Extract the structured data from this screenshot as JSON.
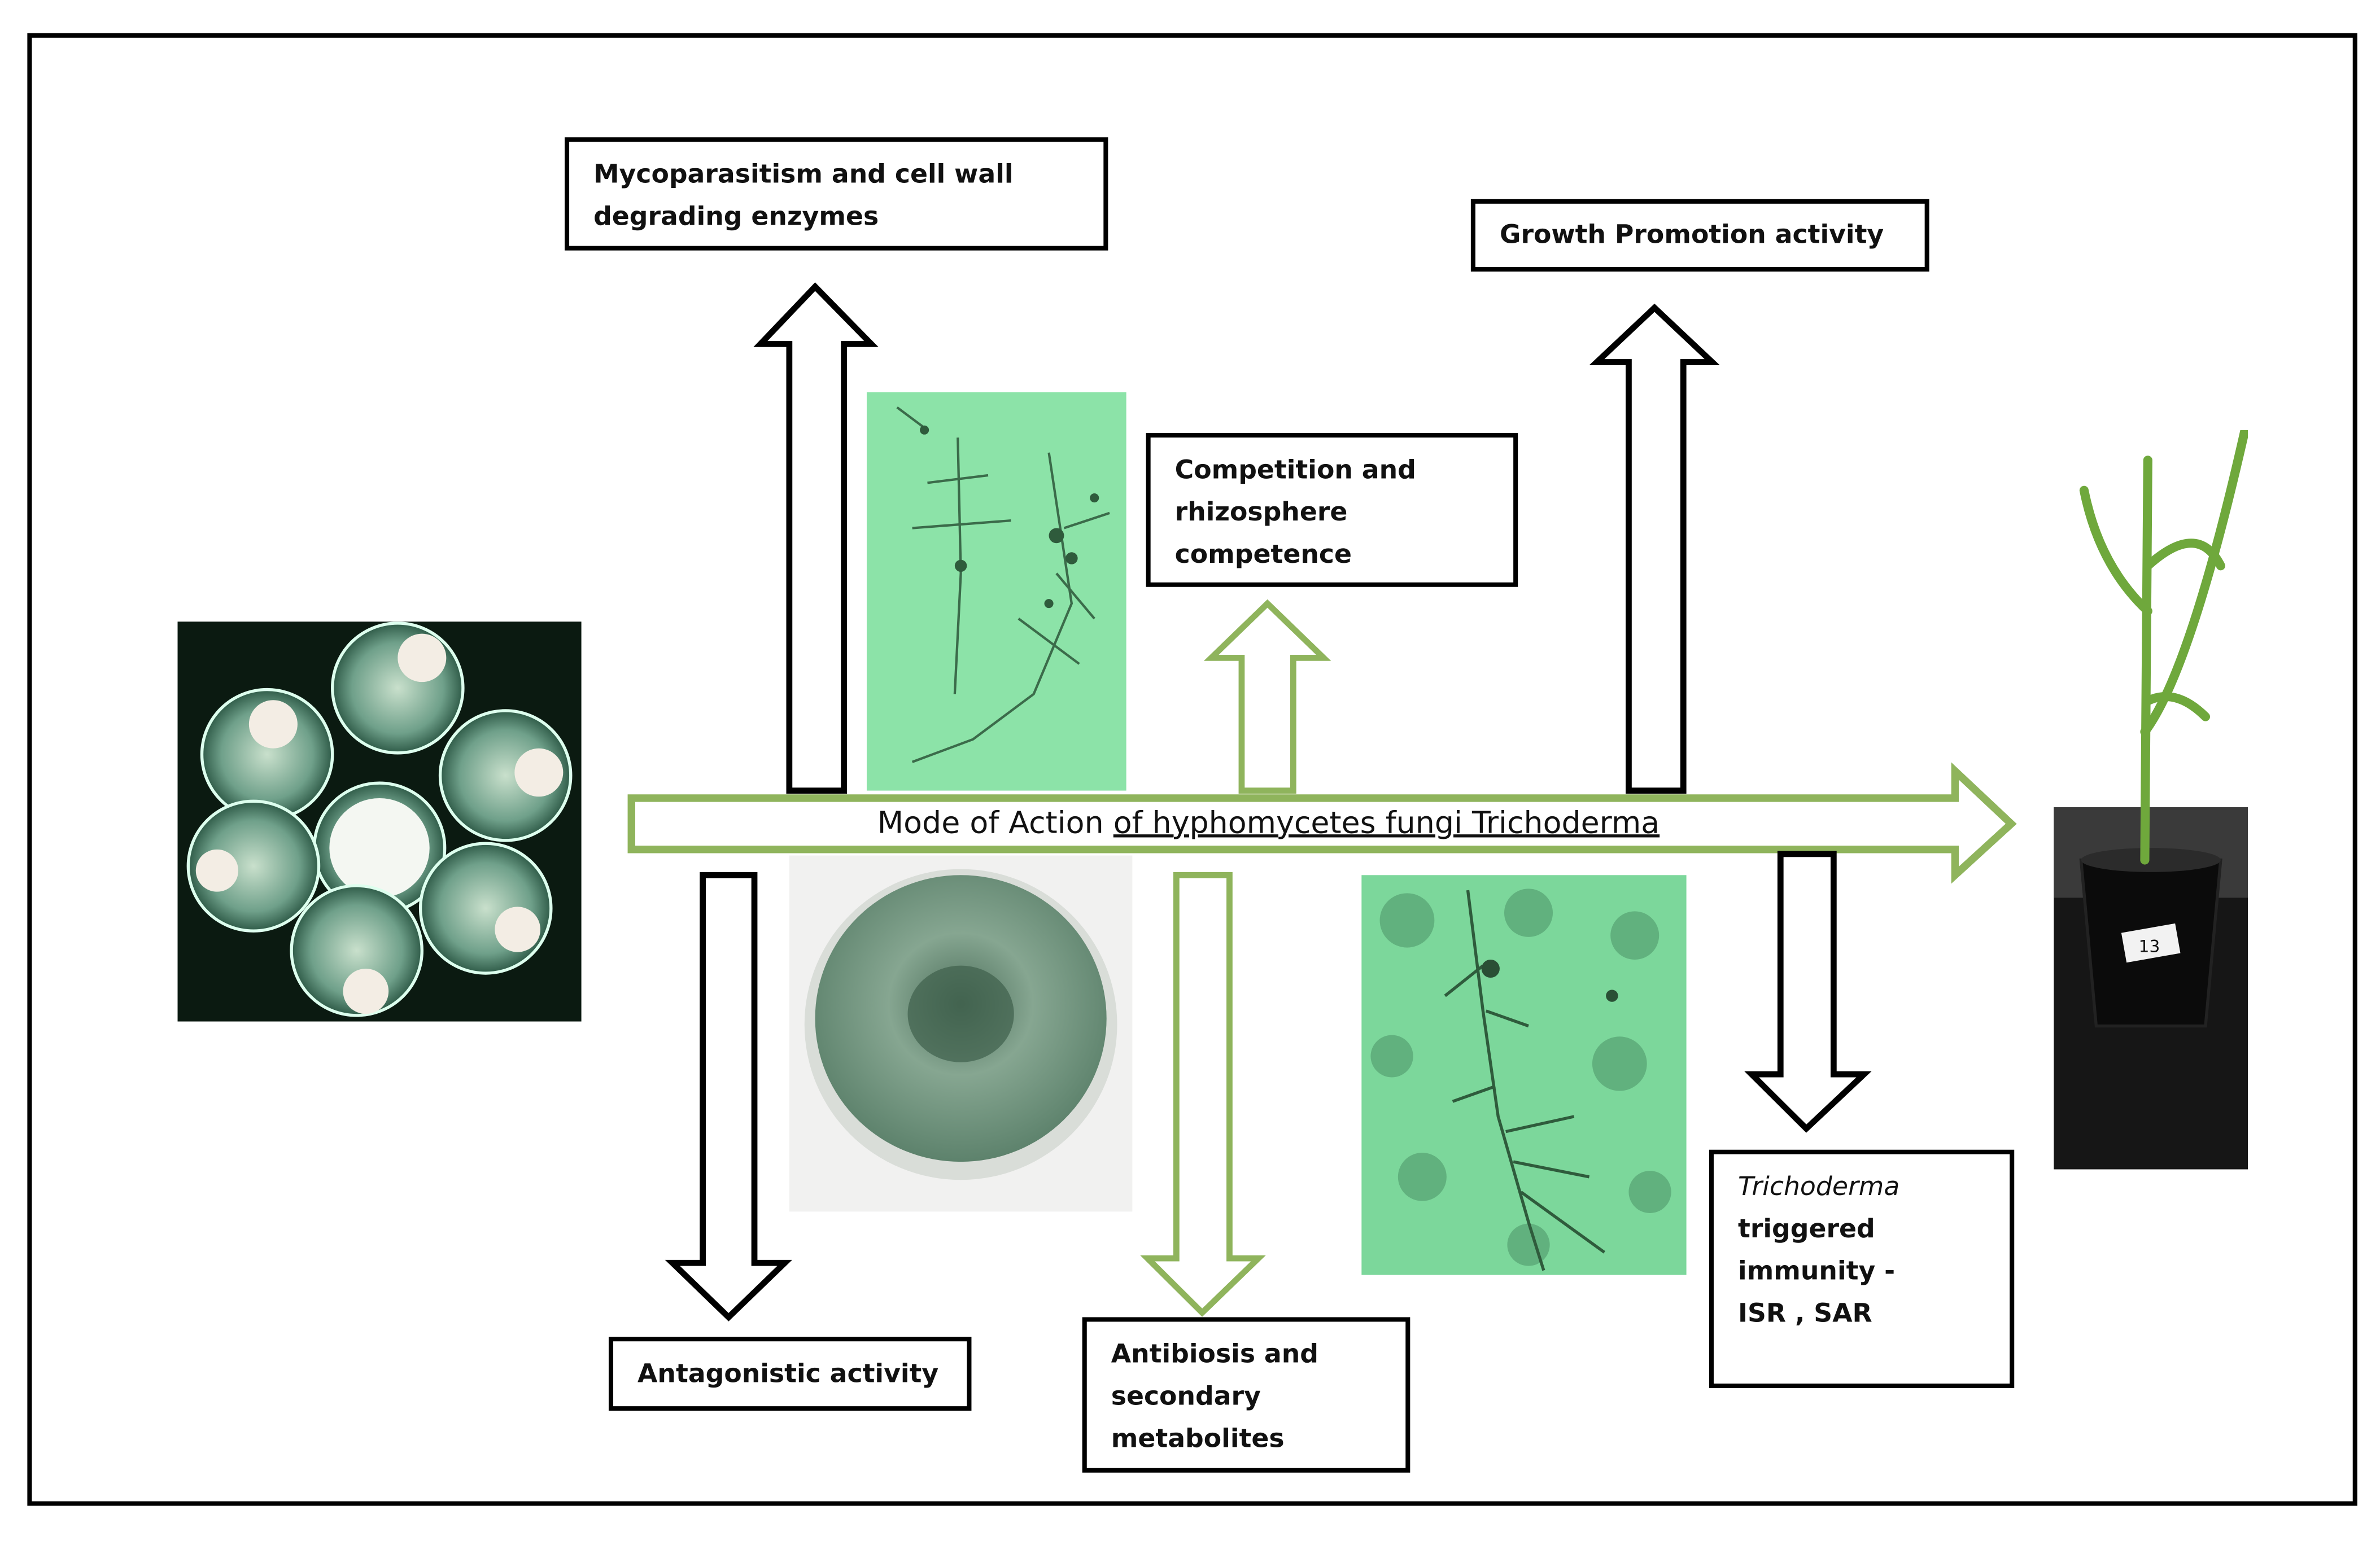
{
  "title": {
    "prefix": "Mode of Action ",
    "underlined": "of hyphomycetes fungi Trichoderma"
  },
  "boxes": {
    "mycoparasitism": {
      "line1": "Mycoparasitism and cell wall",
      "line2": "degrading enzymes"
    },
    "growth": {
      "line1": "Growth Promotion activity"
    },
    "competition": {
      "line1": "Competition and",
      "line2": "rhizosphere",
      "line3": "competence"
    },
    "antagonistic": {
      "line1": "Antagonistic activity"
    },
    "antibiosis": {
      "line1": "Antibiosis and",
      "line2": "secondary",
      "line3": "metabolites"
    },
    "immunity": {
      "line1": "Trichoderma",
      "line2": "triggered",
      "line3": "immunity -",
      "line4": "ISR , SAR"
    }
  },
  "colors": {
    "green_arrow": "#8fb45c",
    "black_arrow": "#000000",
    "micro_bg": "#8fe0a8",
    "plate_bg": "#0d1a12",
    "culture": "#6b8f78",
    "plant": "#6fa83c"
  },
  "plant_label": "13"
}
